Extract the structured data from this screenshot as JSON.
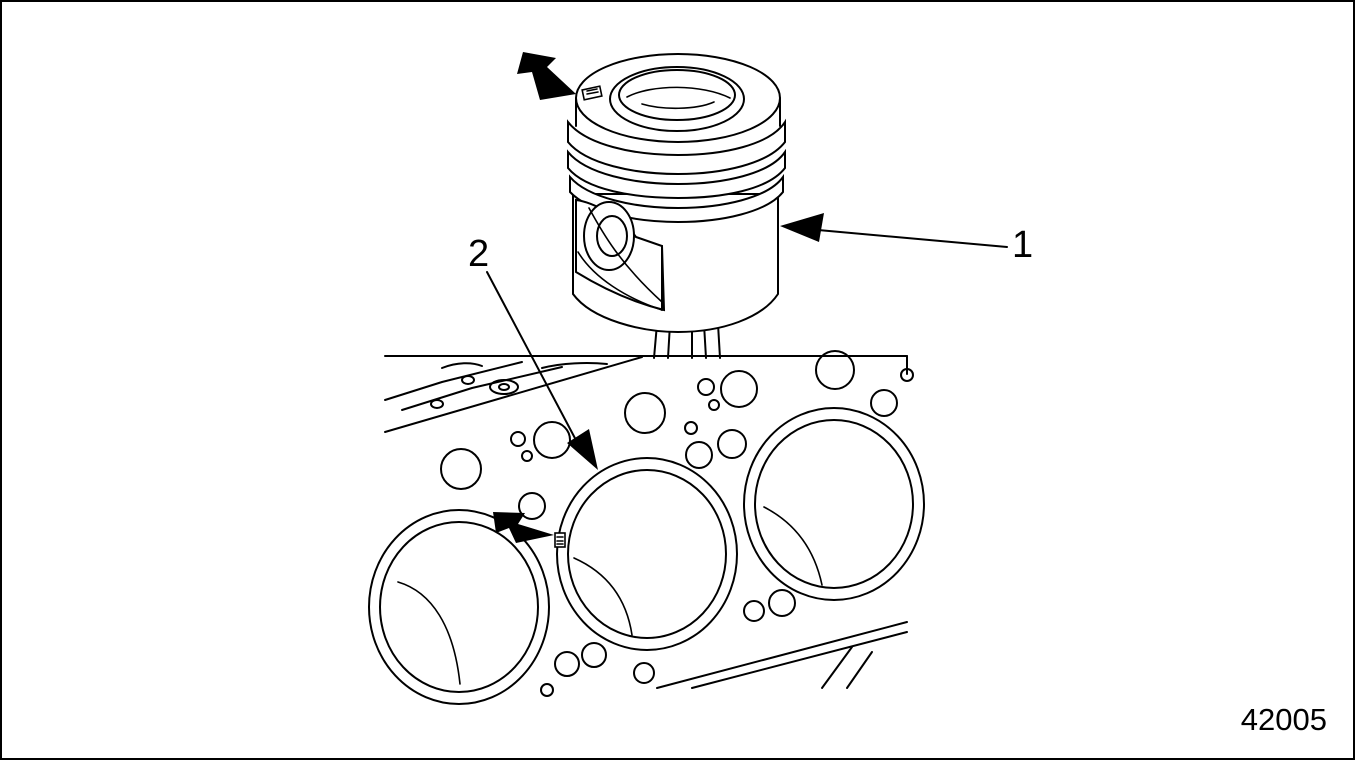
{
  "figure": {
    "callouts": [
      {
        "id": "1",
        "label": "1"
      },
      {
        "id": "2",
        "label": "2"
      }
    ],
    "figure_number": "42005"
  },
  "colors": {
    "line": "#000000",
    "background": "#ffffff"
  }
}
